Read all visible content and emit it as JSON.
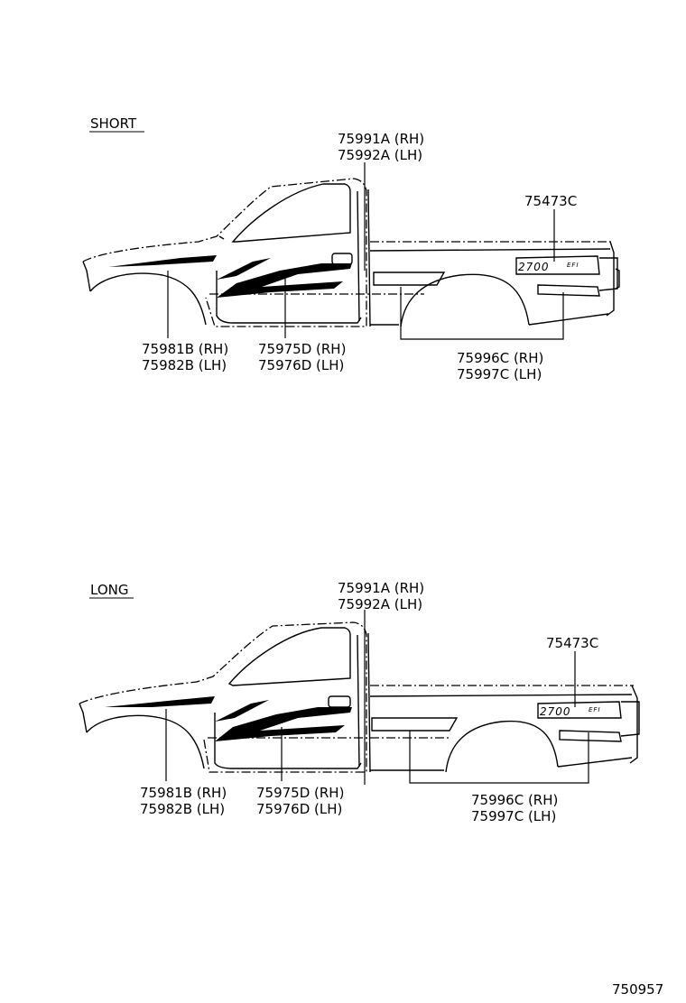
{
  "code": "750957",
  "sections": [
    {
      "title": "SHORT",
      "labels": {
        "rear_pillar": [
          "75991A (RH)",
          "75992A (LH)"
        ],
        "emblem_part": "75473C",
        "fender": [
          "75981B (RH)",
          "75982B (LH)"
        ],
        "door": [
          "75975D (RH)",
          "75976D (LH)"
        ],
        "bed": [
          "75996C (RH)",
          "75997C (LH)"
        ]
      },
      "emblem_text": "2700",
      "emblem_suffix": "EFI"
    },
    {
      "title": "LONG",
      "labels": {
        "rear_pillar": [
          "75991A (RH)",
          "75992A (LH)"
        ],
        "emblem_part": "75473C",
        "fender": [
          "75981B (RH)",
          "75982B (LH)"
        ],
        "door": [
          "75975D (RH)",
          "75976D (LH)"
        ],
        "bed": [
          "75996C (RH)",
          "75997C (LH)"
        ]
      },
      "emblem_text": "2700",
      "emblem_suffix": "EFI"
    }
  ]
}
